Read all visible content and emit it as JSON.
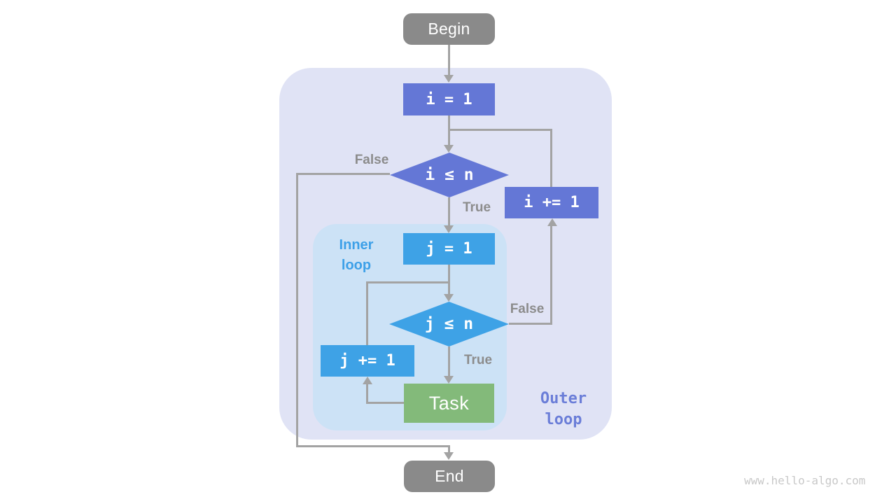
{
  "diagram": {
    "title_semantic": "nested loop flowchart",
    "nodes": {
      "begin": "Begin",
      "init_i": "i = 1",
      "cond_i": "i ≤ n",
      "inc_i": "i += 1",
      "init_j": "j = 1",
      "cond_j": "j ≤ n",
      "inc_j": "j += 1",
      "task": "Task",
      "end": "End"
    },
    "branch_labels": {
      "outer_false": "False",
      "outer_true": "True",
      "inner_false": "False",
      "inner_true": "True"
    },
    "regions": {
      "outer_label": "Outer\nloop",
      "inner_label": "Inner\nloop"
    },
    "watermark": "www.hello-algo.com",
    "colors": {
      "terminal_gray": "#8a8a8a",
      "outer_node_purple": "#6477d6",
      "inner_node_blue": "#3ea2e6",
      "task_green": "#83ba7a",
      "outer_region_bg": "#e0e3f5",
      "inner_region_bg": "#cce2f6",
      "connector_gray": "#a3a3a3",
      "branch_label_gray": "#8c8c8c",
      "inner_label_blue": "#3da0e8",
      "outer_label_purple": "#6b7ed8",
      "watermark_gray": "#c8c8c8"
    }
  }
}
